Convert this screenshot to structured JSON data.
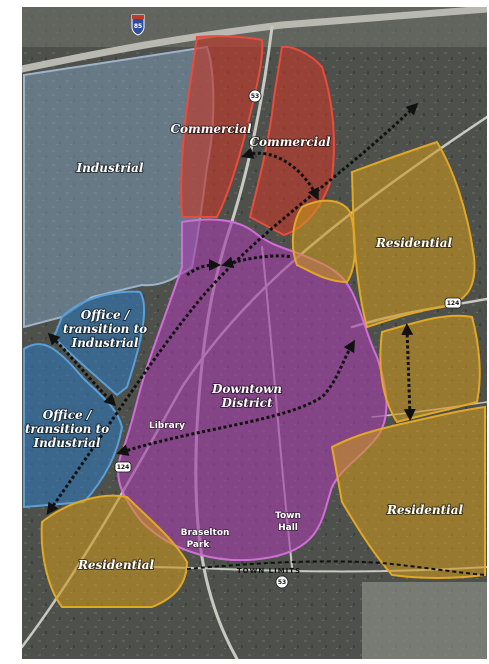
{
  "colors": {
    "commercial_fill": "#c0392b",
    "commercial_stroke": "#e74c3c",
    "industrial_fill": "#7f9bb8",
    "industrial_stroke": "#9fb3c8",
    "office_fill": "#2f77b5",
    "office_stroke": "#5aa0d8",
    "downtown_fill": "#a13fa8",
    "downtown_stroke": "#cf6fd6",
    "residential_fill": "#c9961e",
    "residential_stroke": "#e0a826"
  },
  "zones": {
    "industrial": "Industrial",
    "commercial": "Commercial",
    "office": [
      "Office /",
      "transition to",
      "Industrial"
    ],
    "downtown": [
      "Downtown",
      "District"
    ],
    "residential": "Residential"
  },
  "places": {
    "library": "Library",
    "park": [
      "Braselton",
      "Park"
    ],
    "town_hall": [
      "Town",
      "Hall"
    ]
  },
  "town_limits": "TOWN LIMITS",
  "shields": {
    "interstate": "85",
    "route_53": "53",
    "route_124": "124"
  },
  "icons": {
    "arrow": "dotted-double-arrow",
    "boundary": "dashed-town-limit-line"
  }
}
